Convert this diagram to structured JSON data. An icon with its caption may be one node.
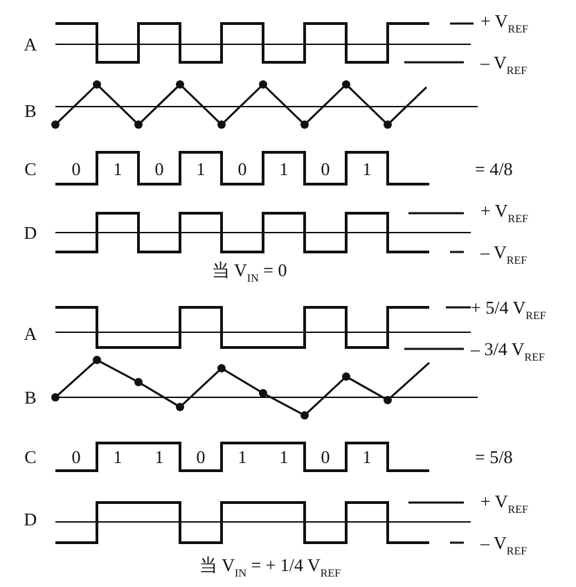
{
  "diagram": {
    "labels": [
      "A",
      "+ V$_{REF}$",
      "– V$_{REF}$",
      "B",
      "C",
      "0",
      "1",
      "0",
      "1",
      "0",
      "1",
      "0",
      "1",
      "= 4/8",
      "D",
      "+ V$_{REF}$",
      "– V$_{REF}$",
      "当 V$_{IN}$ = 0",
      "A",
      "+ 5/4 V$_{REF}$",
      "– 3/4 V$_{REF}$",
      "B",
      "C",
      "0",
      "1",
      "1",
      "0",
      "1",
      "1",
      "0",
      "1",
      "= 5/8",
      "D",
      "+ V$_{REF}$",
      "– V$_{REF}$",
      "当 V$_{IN}$ = + 1/4 V$_{REF}$"
    ]
  }
}
